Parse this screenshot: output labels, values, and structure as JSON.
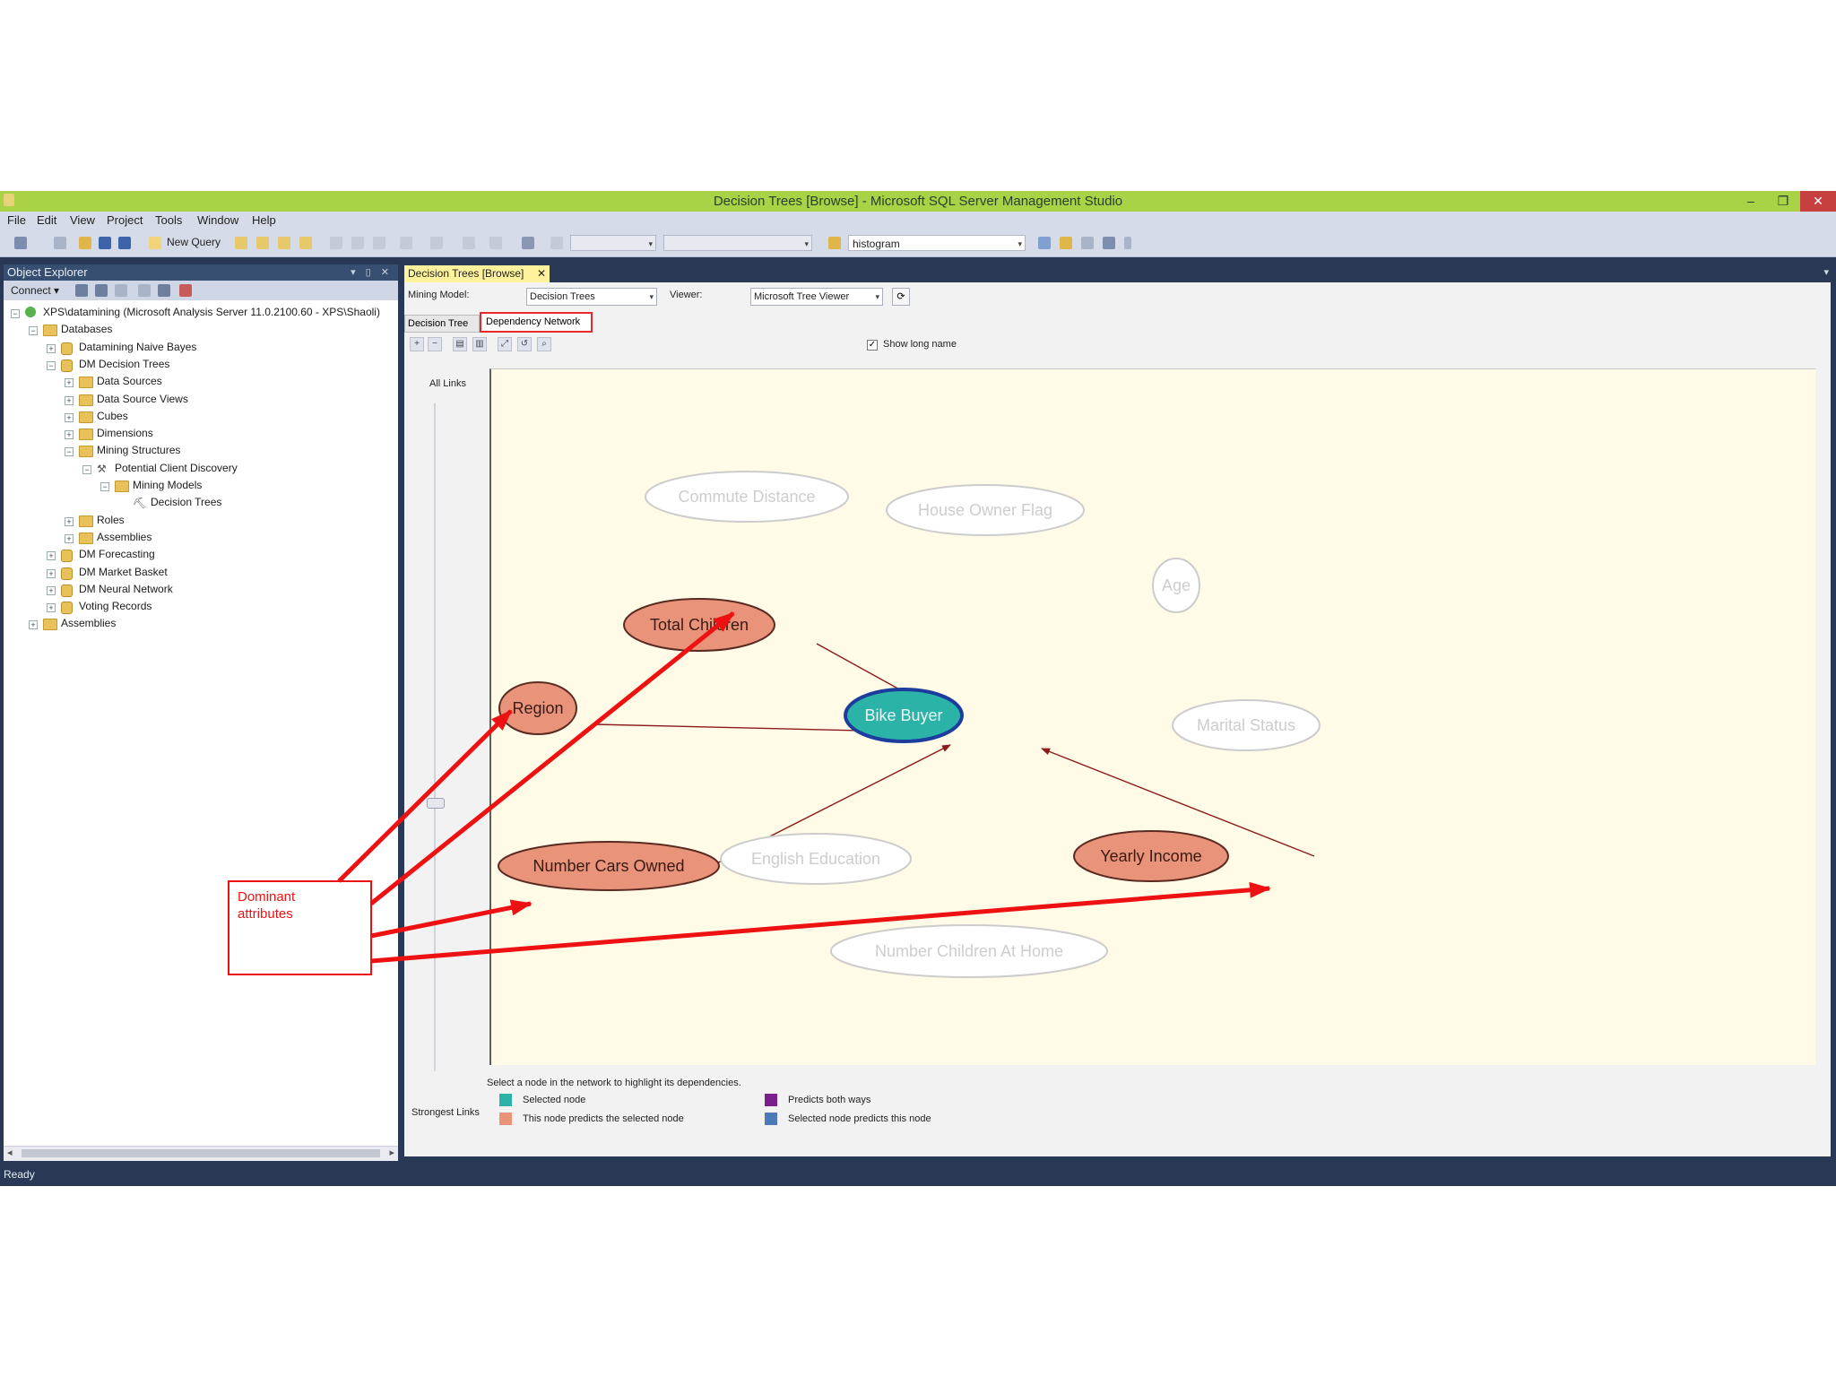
{
  "window": {
    "title": "Decision Trees [Browse] - Microsoft SQL Server Management Studio",
    "controls": {
      "minimize": "–",
      "maximize": "❐",
      "close": "✕"
    }
  },
  "menu": [
    "File",
    "Edit",
    "View",
    "Project",
    "Tools",
    "Window",
    "Help"
  ],
  "toolbar": {
    "new_query": "New Query",
    "search_combo": "histogram"
  },
  "object_explorer": {
    "title": "Object Explorer",
    "connect": "Connect ▾",
    "tree": [
      {
        "label": "XPS\\datamining (Microsoft Analysis Server 11.0.2100.60 - XPS\\Shaoli)",
        "exp": "−",
        "icon": "server-icon"
      },
      {
        "label": "Databases",
        "exp": "−",
        "icon": "folder-icon"
      },
      {
        "label": "Datamining Naive Bayes",
        "exp": "+",
        "icon": "database-icon"
      },
      {
        "label": "DM Decision Trees",
        "exp": "−",
        "icon": "database-icon"
      },
      {
        "label": "Data Sources",
        "exp": "+",
        "icon": "folder-icon"
      },
      {
        "label": "Data Source Views",
        "exp": "+",
        "icon": "folder-icon"
      },
      {
        "label": "Cubes",
        "exp": "+",
        "icon": "folder-icon"
      },
      {
        "label": "Dimensions",
        "exp": "+",
        "icon": "folder-icon"
      },
      {
        "label": "Mining Structures",
        "exp": "−",
        "icon": "folder-icon"
      },
      {
        "label": "Potential Client Discovery",
        "exp": "−",
        "icon": "mining-structure-icon"
      },
      {
        "label": "Mining Models",
        "exp": "−",
        "icon": "folder-icon"
      },
      {
        "label": "Decision Trees",
        "exp": "",
        "icon": "mining-model-icon"
      },
      {
        "label": "Roles",
        "exp": "+",
        "icon": "folder-icon"
      },
      {
        "label": "Assemblies",
        "exp": "+",
        "icon": "folder-icon"
      },
      {
        "label": "DM Forecasting",
        "exp": "+",
        "icon": "database-icon"
      },
      {
        "label": "DM Market Basket",
        "exp": "+",
        "icon": "database-icon"
      },
      {
        "label": "DM Neural Network",
        "exp": "+",
        "icon": "database-icon"
      },
      {
        "label": "Voting Records",
        "exp": "+",
        "icon": "database-icon"
      },
      {
        "label": "Assemblies",
        "exp": "+",
        "icon": "folder-icon"
      }
    ]
  },
  "document": {
    "tab": "Decision Trees [Browse]",
    "mining_model_label": "Mining Model:",
    "mining_model_value": "Decision Trees",
    "viewer_label": "Viewer:",
    "viewer_value": "Microsoft Tree Viewer",
    "tabs": [
      "Decision Tree",
      "Dependency Network"
    ],
    "show_long_name": "Show long name",
    "all_links": "All Links",
    "hint": "Select a node in the network to highlight its dependencies.",
    "strongest_links": "Strongest Links",
    "legend": [
      {
        "label": "Selected node",
        "color": "#2bb3a8"
      },
      {
        "label": "This node predicts the selected node",
        "color": "#e8937a"
      },
      {
        "label": "Predicts both ways",
        "color": "#7a1f8c"
      },
      {
        "label": "Selected node predicts this node",
        "color": "#4d79b8"
      }
    ]
  },
  "network": {
    "selected": "Bike Buyer",
    "predictors": [
      "Total Children",
      "Region",
      "Number Cars Owned",
      "Yearly Income"
    ],
    "unrelated": [
      "Commute Distance",
      "House Owner Flag",
      "Age",
      "Marital Status",
      "English Education",
      "Number Children At Home"
    ]
  },
  "annotation": {
    "text": "Dominant attributes",
    "color": "#ee1111"
  },
  "status": "Ready"
}
